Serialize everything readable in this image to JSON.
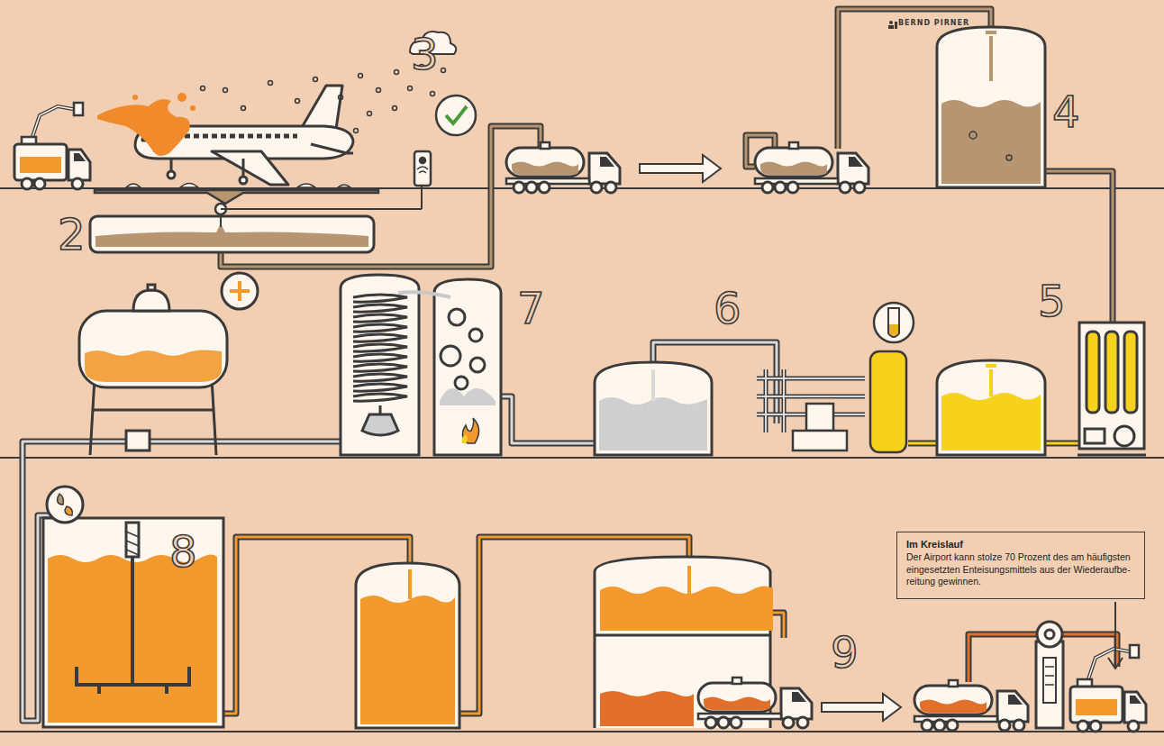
{
  "diagram": {
    "nodes": [
      {
        "text": [
          "Im Kreislauf",
          "Der Airport kann stolze 70 Prozent des am häufigsten eingesetzten Enteisungsmittels aus der Wiederaufbe- reitung gewinnen."
        ]
      }
    ],
    "labels": [
      "BERND PIRNER",
      "2",
      "3",
      "4",
      "5",
      "6",
      "7",
      "8",
      "9"
    ]
  }
}
